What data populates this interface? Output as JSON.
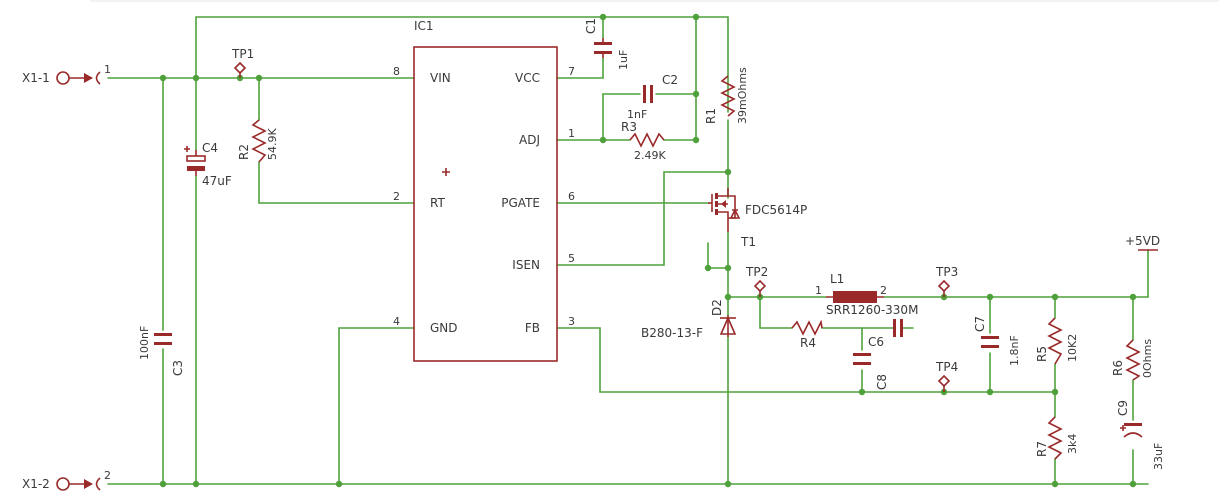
{
  "ic": {
    "name": "IC1",
    "pins_left": [
      {
        "num": "8",
        "name": "VIN"
      },
      {
        "num": "2",
        "name": "RT"
      },
      {
        "num": "4",
        "name": "GND"
      }
    ],
    "pins_right": [
      {
        "num": "7",
        "name": "VCC"
      },
      {
        "num": "1",
        "name": "ADJ"
      },
      {
        "num": "6",
        "name": "PGATE"
      },
      {
        "num": "5",
        "name": "ISEN"
      },
      {
        "num": "3",
        "name": "FB"
      }
    ]
  },
  "connectors": {
    "x1_1": {
      "name": "X1-1",
      "pin": "1"
    },
    "x1_2": {
      "name": "X1-2",
      "pin": "2"
    }
  },
  "supply": "+5VD",
  "testpoints": {
    "tp1": "TP1",
    "tp2": "TP2",
    "tp3": "TP3",
    "tp4": "TP4"
  },
  "components": {
    "c1": {
      "name": "C1",
      "value": "1uF"
    },
    "c2": {
      "name": "C2",
      "value": "1nF"
    },
    "c3": {
      "name": "C3",
      "value": "100nF"
    },
    "c4": {
      "name": "C4",
      "value": "47uF"
    },
    "c6": {
      "name": "C6"
    },
    "c7": {
      "name": "C7",
      "value": "1.8nF"
    },
    "c8": {
      "name": "C8"
    },
    "c9": {
      "name": "C9",
      "value": "33uF"
    },
    "r1": {
      "name": "R1",
      "value": "39mOhms"
    },
    "r2": {
      "name": "R2",
      "value": "54.9K"
    },
    "r3": {
      "name": "R3",
      "value": "2.49K"
    },
    "r4": {
      "name": "R4"
    },
    "r5": {
      "name": "R5",
      "value": "10K2"
    },
    "r6": {
      "name": "R6",
      "value": "0Ohms"
    },
    "r7": {
      "name": "R7",
      "value": "3k4"
    },
    "t1": {
      "name": "T1",
      "value": "FDC5614P"
    },
    "d2": {
      "name": "D2",
      "value": "B280-13-F"
    },
    "l1": {
      "name": "L1",
      "value": "SRR1260-330M",
      "pin1": "1",
      "pin2": "2"
    }
  }
}
